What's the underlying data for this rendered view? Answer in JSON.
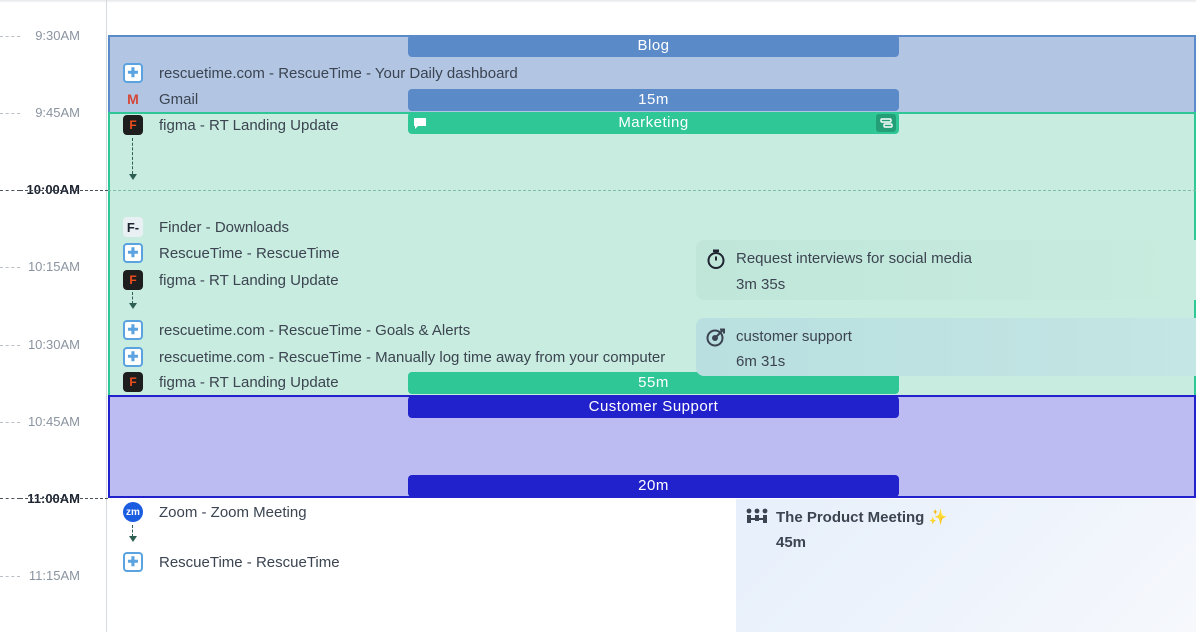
{
  "timeline": {
    "labels": [
      {
        "text": "9:30AM",
        "hour": false
      },
      {
        "text": "9:45AM",
        "hour": false
      },
      {
        "text": "10:00AM",
        "hour": true
      },
      {
        "text": "10:15AM",
        "hour": false
      },
      {
        "text": "10:30AM",
        "hour": false
      },
      {
        "text": "10:45AM",
        "hour": false
      },
      {
        "text": "11:00AM",
        "hour": true
      },
      {
        "text": "11:15AM",
        "hour": false
      }
    ]
  },
  "blocks": {
    "blog": {
      "title": "Blog",
      "duration": "15m",
      "color": "#5b8ac8"
    },
    "marketing": {
      "title": "Marketing",
      "duration": "55m",
      "color": "#2ec795"
    },
    "customer_support": {
      "title": "Customer Support",
      "duration": "20m",
      "color": "#2222cc"
    }
  },
  "activities": [
    {
      "icon": "rescuetime-icon",
      "glyph": "✚",
      "label": "rescuetime.com - RescueTime - Your Daily dashboard"
    },
    {
      "icon": "gmail-icon",
      "glyph": "M",
      "label": "Gmail"
    },
    {
      "icon": "figma-icon",
      "glyph": "F",
      "label": "figma - RT Landing Update"
    },
    {
      "icon": "finder-icon",
      "glyph": "F-",
      "label": "Finder - Downloads"
    },
    {
      "icon": "rescuetime-icon",
      "glyph": "✚",
      "label": "RescueTime - RescueTime"
    },
    {
      "icon": "figma-icon",
      "glyph": "F",
      "label": "figma - RT Landing Update"
    },
    {
      "icon": "rescuetime-icon",
      "glyph": "✚",
      "label": "rescuetime.com - RescueTime - Goals & Alerts"
    },
    {
      "icon": "rescuetime-icon",
      "glyph": "✚",
      "label": "rescuetime.com - RescueTime - Manually log time away from your computer"
    },
    {
      "icon": "figma-icon",
      "glyph": "F",
      "label": "figma - RT Landing Update"
    },
    {
      "icon": "zoom-icon",
      "glyph": "zm",
      "label": "Zoom - Zoom Meeting"
    },
    {
      "icon": "rescuetime-icon",
      "glyph": "✚",
      "label": "RescueTime - RescueTime"
    }
  ],
  "cards": {
    "interviews": {
      "icon": "stopwatch-icon",
      "title": "Request interviews for social media",
      "duration": "3m 35s"
    },
    "support": {
      "icon": "target-icon",
      "title": "customer support",
      "duration": "6m 31s"
    },
    "meeting": {
      "icon": "meeting-icon",
      "title": "The Product Meeting ✨",
      "duration": "45m"
    }
  }
}
